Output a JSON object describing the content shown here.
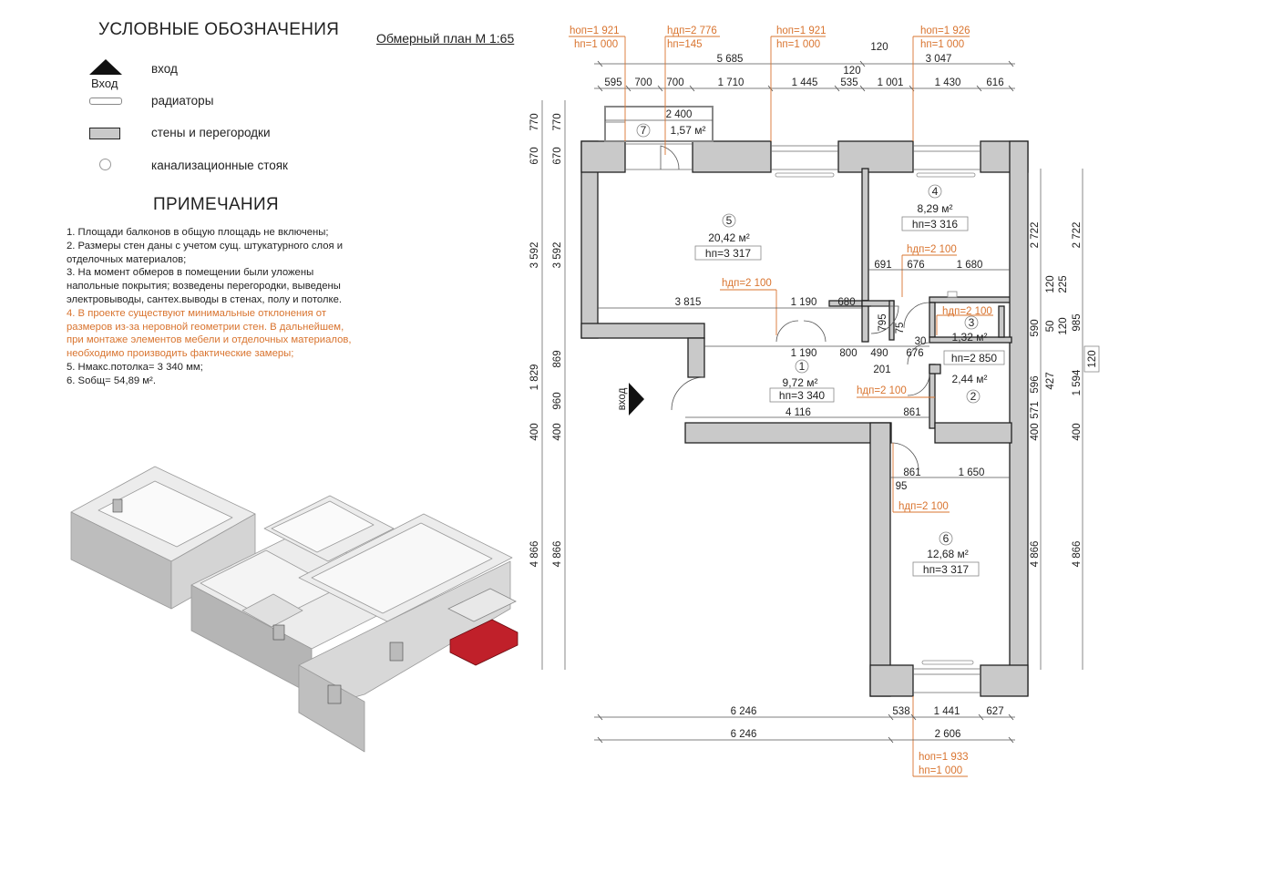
{
  "legend": {
    "title": "УСЛОВНЫЕ ОБОЗНАЧЕНИЯ",
    "entry_mark": "Вход",
    "items": [
      {
        "label": "вход"
      },
      {
        "label": "радиаторы"
      },
      {
        "label": "стены и перегородки"
      },
      {
        "label": "канализационные стояк"
      }
    ]
  },
  "notes": {
    "title": "ПРИМЕЧАНИЯ",
    "items": [
      "1. Площади балконов в общую площадь не включены;",
      "2. Размеры стен даны с учетом сущ. штукатурного слоя и отделочных материалов;",
      "3. На момент обмеров в помещении были уложены напольные покрытия; возведены перегородки, выведены электровыводы, сантех.выводы в стенах, полу и потолке.",
      "4. В проекте существуют минимальные отклонения от размеров из-за неровной геометрии стен. В дальнейшем, при монтаже элементов мебели и отделочных материалов, необходимо производить фактические замеры;",
      "5. Hмакс.потолка= 3 340 мм;",
      "6. Sобщ= 54,89 м²."
    ],
    "highlight_color": "#d9742f"
  },
  "plan": {
    "title": "Обмерный план М 1:65",
    "entry_label": "вход",
    "rooms": [
      {
        "num": "1",
        "area": "9,72 м²",
        "height": "hп=3 340"
      },
      {
        "num": "2",
        "area": "2,44 м²",
        "height": "hп=2 850"
      },
      {
        "num": "3",
        "area": "1,32 м²",
        "height": ""
      },
      {
        "num": "4",
        "area": "8,29 м²",
        "height": "hп=3 316"
      },
      {
        "num": "5",
        "area": "20,42 м²",
        "height": "hп=3 317"
      },
      {
        "num": "6",
        "area": "12,68 м²",
        "height": "hп=3 317"
      },
      {
        "num": "7",
        "area": "1,57 м²",
        "height": ""
      }
    ],
    "callouts": [
      [
        "hоп=1 921",
        "hп=1 000"
      ],
      [
        "hдп=2 776",
        "hп=145"
      ],
      [
        "hоп=1 921",
        "hп=1 000"
      ],
      [
        "hоп=1 926",
        "hп=1 000"
      ],
      [
        "hоп=1 933",
        "hп=1 000"
      ]
    ],
    "door_heights": {
      "living": "hдп=2 100",
      "bedroom": "hдп=2 100",
      "wc": "hдп=2 100",
      "bath": "hдп=2 100",
      "room6": "hдп=2 100"
    },
    "dims": {
      "top1": [
        "5 685",
        "120",
        "3 047"
      ],
      "top_extra": "120",
      "top2": [
        "595",
        "700",
        "700",
        "1 710",
        "1 445",
        "535",
        "1 001",
        "1 430",
        "616"
      ],
      "balcony": "2 400",
      "left_outer": [
        "770",
        "670",
        "3 592",
        "1 829",
        "400",
        "4 866"
      ],
      "left_inner": [
        "770",
        "670",
        "3 592",
        "869",
        "960",
        "400",
        "4 866"
      ],
      "right_outer": [
        "2 722",
        "225",
        "985",
        "120",
        "1 594",
        "400",
        "4 866"
      ],
      "right_inner": [
        "2 722",
        "120",
        "590",
        "50",
        "120",
        "596",
        "427",
        "400",
        "571",
        "4 866"
      ],
      "bottom1": [
        "6 246",
        "538",
        "1 441",
        "627"
      ],
      "bottom2": [
        "6 246",
        "2 606"
      ],
      "interior": {
        "w3815": "3 815",
        "w1190a": "1 190",
        "w680": "680",
        "w1190b": "1 190",
        "w800": "800",
        "w490": "490",
        "w676b": "676",
        "w201": "201",
        "w691": "691",
        "w676a": "676",
        "w1680": "1 680",
        "w4116": "4 116",
        "w861a": "861",
        "w861b": "861",
        "w1650": "1 650",
        "v795": "795",
        "v75": "75",
        "v30": "30",
        "v95": "95"
      }
    }
  },
  "colors": {
    "wall_fill": "#c9c9c9",
    "wall_stroke": "#222222",
    "dim_line": "#555555",
    "orange": "#d9742f",
    "balcony_red": "#c0202a"
  }
}
